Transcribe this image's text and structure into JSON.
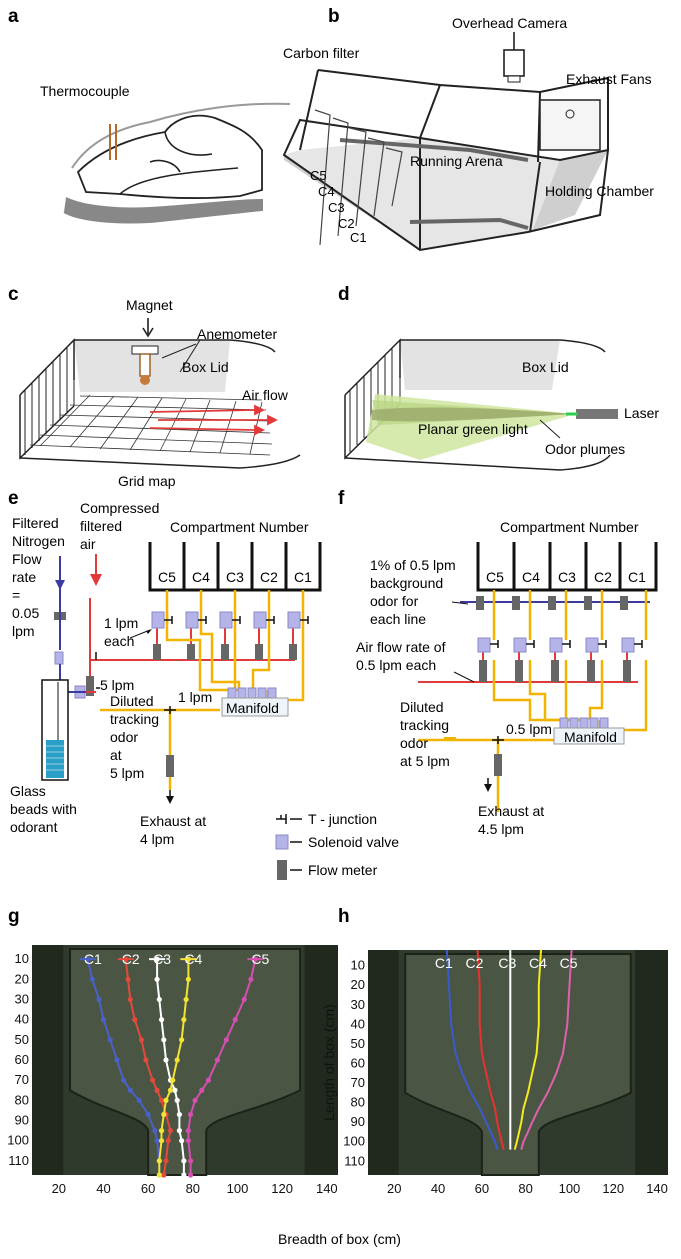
{
  "panels": {
    "a": {
      "letter": "a",
      "thermocouple": "Thermocouple"
    },
    "b": {
      "letter": "b",
      "overhead_camera": "Overhead Camera",
      "carbon_filter": "Carbon filter",
      "exhaust_fans": "Exhaust Fans",
      "running_arena": "Running Arena",
      "holding_chamber": "Holding Chamber",
      "compartments": [
        "C5",
        "C4",
        "C3",
        "C2",
        "C1"
      ]
    },
    "c": {
      "letter": "c",
      "magnet": "Magnet",
      "anemometer": "Anemometer",
      "box_lid": "Box Lid",
      "air_flow": "Air flow",
      "grid_map": "Grid map"
    },
    "d": {
      "letter": "d",
      "box_lid": "Box Lid",
      "laser": "Laser",
      "planar_light": "Planar green light",
      "odor_plumes": "Odor plumes"
    },
    "e": {
      "letter": "e",
      "compressed_air": [
        "Compressed",
        "filtered",
        "air"
      ],
      "nitrogen": [
        "Filtered",
        "Nitrogen",
        "Flow",
        "rate",
        "=",
        "0.05",
        "lpm"
      ],
      "compartment_number": "Compartment Number",
      "compartments": [
        "C5",
        "C4",
        "C3",
        "C2",
        "C1"
      ],
      "one_lpm_each": [
        "1 lpm",
        "each"
      ],
      "five_lpm": "5 lpm",
      "diluted": [
        "Diluted",
        "tracking",
        "odor",
        "at",
        "5 lpm"
      ],
      "one_lpm": "1 lpm",
      "manifold": "Manifold",
      "glass_beads": [
        "Glass",
        "beads with",
        "odorant"
      ],
      "exhaust": [
        "Exhaust at",
        "4 lpm"
      ]
    },
    "legend": {
      "t_junction": "T - junction",
      "solenoid": "Solenoid valve",
      "flow_meter": "Flow meter"
    },
    "f": {
      "letter": "f",
      "compartment_number": "Compartment Number",
      "compartments": [
        "C5",
        "C4",
        "C3",
        "C2",
        "C1"
      ],
      "background": [
        "1% of 0.5 lpm",
        "background",
        "odor for",
        "each line"
      ],
      "airflow": [
        "Air flow rate of",
        "0.5 lpm each"
      ],
      "diluted": [
        "Diluted",
        "tracking",
        "odor",
        "at 5 lpm"
      ],
      "half_lpm": "0.5 lpm",
      "manifold": "Manifold",
      "exhaust": [
        "Exhaust at",
        "4.5 lpm"
      ]
    },
    "g": {
      "letter": "g"
    },
    "h": {
      "letter": "h"
    }
  },
  "chart_data": [
    {
      "type": "line",
      "panel": "g",
      "xlabel": "Breadth of box (cm)",
      "ylabel": "",
      "xticks": [
        20,
        40,
        60,
        80,
        100,
        120,
        140
      ],
      "yticks": [
        10,
        20,
        30,
        40,
        50,
        60,
        70,
        80,
        90,
        100,
        110
      ],
      "ylim": [
        117,
        3
      ],
      "xlim": [
        8,
        145
      ],
      "series": [
        {
          "name": "C1",
          "color": "#4a62c8",
          "x": [
            33,
            35,
            38,
            40,
            43,
            46,
            49,
            52,
            56,
            60,
            63,
            64,
            65,
            65
          ],
          "y": [
            10,
            20,
            30,
            40,
            50,
            60,
            70,
            75,
            80,
            87,
            95,
            100,
            110,
            117
          ]
        },
        {
          "name": "C2",
          "color": "#e24a3c",
          "x": [
            50,
            51,
            52,
            54,
            57,
            59,
            62,
            64,
            66,
            68,
            70,
            69,
            68,
            67
          ],
          "y": [
            10,
            20,
            30,
            40,
            50,
            60,
            70,
            75,
            80,
            87,
            95,
            100,
            110,
            117
          ]
        },
        {
          "name": "C3",
          "color": "#ffffff",
          "x": [
            64,
            64,
            65,
            66,
            67,
            68,
            70,
            72,
            73,
            74,
            74,
            75,
            76,
            76
          ],
          "y": [
            10,
            20,
            30,
            40,
            50,
            60,
            70,
            75,
            80,
            87,
            95,
            100,
            110,
            117
          ]
        },
        {
          "name": "C4",
          "color": "#f2e234",
          "x": [
            78,
            78,
            77,
            76,
            75,
            73,
            71,
            70,
            68,
            67,
            66,
            66,
            65,
            65
          ],
          "y": [
            10,
            20,
            30,
            40,
            50,
            60,
            70,
            75,
            80,
            87,
            95,
            100,
            110,
            117
          ]
        },
        {
          "name": "C5",
          "color": "#d34fb0",
          "x": [
            108,
            106,
            103,
            99,
            95,
            91,
            87,
            84,
            81,
            79,
            78,
            78,
            79,
            79
          ],
          "y": [
            10,
            20,
            30,
            40,
            50,
            60,
            70,
            75,
            80,
            87,
            95,
            100,
            110,
            117
          ]
        }
      ]
    },
    {
      "type": "line",
      "panel": "h",
      "xlabel": "Breadth of box (cm)",
      "ylabel": "Length of box (cm)",
      "xticks": [
        20,
        40,
        60,
        80,
        100,
        120,
        140
      ],
      "yticks": [
        10,
        20,
        30,
        40,
        50,
        60,
        70,
        80,
        90,
        100,
        110
      ],
      "ylim": [
        117,
        2
      ],
      "xlim": [
        8,
        145
      ],
      "series": [
        {
          "name": "C1",
          "color": "#3a5bd0",
          "x": [
            44,
            45,
            46,
            48,
            51,
            55,
            59,
            62,
            64,
            66,
            67
          ],
          "y": [
            2,
            20,
            40,
            55,
            65,
            75,
            83,
            90,
            95,
            100,
            104
          ]
        },
        {
          "name": "C2",
          "color": "#e8322e",
          "x": [
            58,
            59,
            59,
            60,
            62,
            64,
            66,
            67,
            68,
            69,
            70
          ],
          "y": [
            2,
            20,
            40,
            55,
            65,
            75,
            83,
            90,
            95,
            100,
            104
          ]
        },
        {
          "name": "C3",
          "color": "#ffffff",
          "x": [
            73,
            73,
            73,
            73,
            73,
            73,
            73,
            73,
            73,
            73,
            73
          ],
          "y": [
            2,
            20,
            40,
            55,
            65,
            75,
            83,
            90,
            95,
            100,
            104
          ]
        },
        {
          "name": "C4",
          "color": "#f5ea1e",
          "x": [
            87,
            86,
            86,
            85,
            83,
            81,
            79,
            78,
            77,
            76,
            75
          ],
          "y": [
            2,
            20,
            40,
            55,
            65,
            75,
            83,
            90,
            95,
            100,
            104
          ]
        },
        {
          "name": "C5",
          "color": "#e060b0",
          "x": [
            101,
            100,
            99,
            97,
            94,
            90,
            86,
            83,
            81,
            79,
            78
          ],
          "y": [
            2,
            20,
            40,
            55,
            65,
            75,
            83,
            90,
            95,
            100,
            104
          ]
        }
      ]
    }
  ]
}
